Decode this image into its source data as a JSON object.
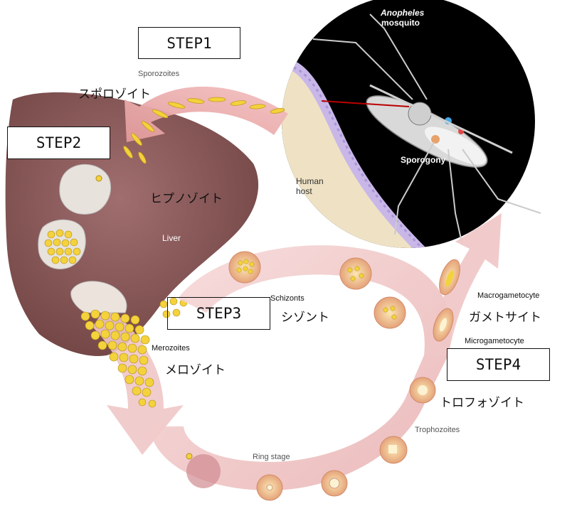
{
  "labels": {
    "anopheles": "Anopheles",
    "mosquito": "mosquito",
    "sporozoites": "Sporozoites",
    "sporozoites_jp": "スポロゾイト",
    "human": "Human",
    "host": "host",
    "sporogony": "Sporogony",
    "hypnozoite_jp": "ヒプノゾイト",
    "liver": "Liver",
    "schizonts": "Schizonts",
    "schizonts_jp": "シゾント",
    "merozoites": "Merozoites",
    "merozoites_jp": "メロゾイト",
    "macrogametocyte": "Macrogametocyte",
    "gametocyte_jp": "ガメトサイト",
    "microgametocyte": "Microgametocyte",
    "trophozoites": "Trophozoites",
    "trophozoites_jp": "トロフォゾイト",
    "ring_stage": "Ring stage"
  },
  "steps": {
    "step1": "STEP1",
    "step2": "STEP2",
    "step3": "STEP3",
    "step4": "STEP4"
  },
  "colors": {
    "liver": "#8c5a5a",
    "cycle_arrow": "#f1c9c9",
    "parasite": "#f3d23c",
    "mosquito_bg": "#000000",
    "skin": "#efe2c4"
  }
}
